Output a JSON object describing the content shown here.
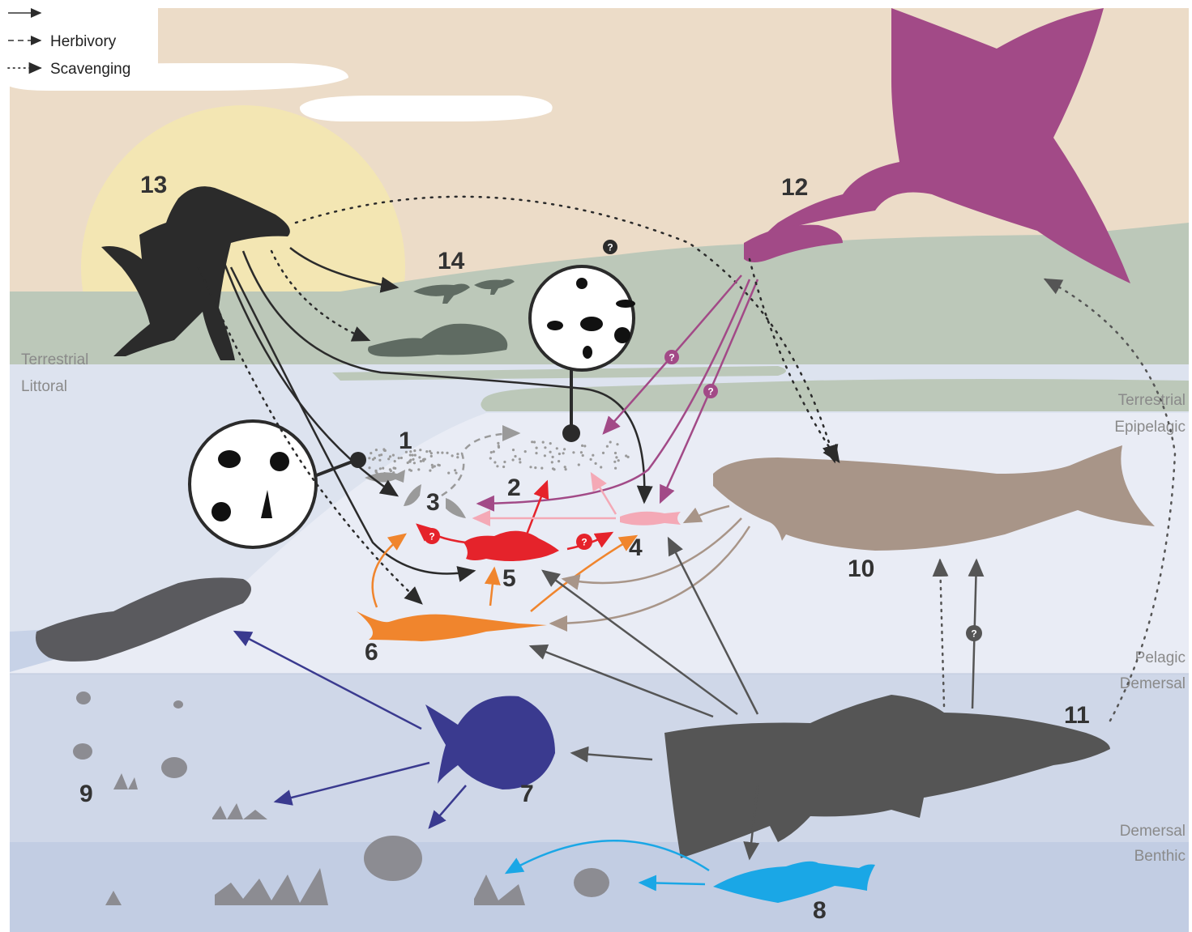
{
  "legend": {
    "items": [
      {
        "style": "solid",
        "label": ""
      },
      {
        "style": "dashed",
        "label": "Herbivory"
      },
      {
        "style": "dotted",
        "label": "Scavenging"
      }
    ]
  },
  "zones": {
    "terrestrial_left": "Terrestrial",
    "littoral": "Littoral",
    "terrestrial_right": "Terrestrial",
    "epipelagic": "Epipelagic",
    "pelagic": "Pelagic",
    "demersal_upper": "Demersal",
    "demersal_lower": "Demersal",
    "benthic": "Benthic"
  },
  "nodes": {
    "n1": "1",
    "n2": "2",
    "n3": "3",
    "n4": "4",
    "n5": "5",
    "n6": "6",
    "n7": "7",
    "n8": "8",
    "n9": "9",
    "n10": "10",
    "n11": "11",
    "n12": "12",
    "n13": "13",
    "n14": "14"
  },
  "uncertain_mark": "?",
  "colors": {
    "sky": "#ecdcc8",
    "sun": "#f3e6b3",
    "land": "#bcc8b9",
    "littoral_water": "#dde3ef",
    "epipelagic_water": "#e9ecf5",
    "demersal_water": "#cfd7e8",
    "benthic_water": "#c2cde3",
    "spinosaur": "#a24a87",
    "pterosaur": "#2b2b2b",
    "n5_fish": "#e5232b",
    "n6_fish": "#f0852d",
    "n4_fish": "#f4a9b6",
    "n10_fish": "#a89588",
    "n11_fish": "#555555",
    "n7_fish": "#3a3a8f",
    "n8_fish": "#1aa7e6",
    "invert_gray": "#8c8c92"
  }
}
